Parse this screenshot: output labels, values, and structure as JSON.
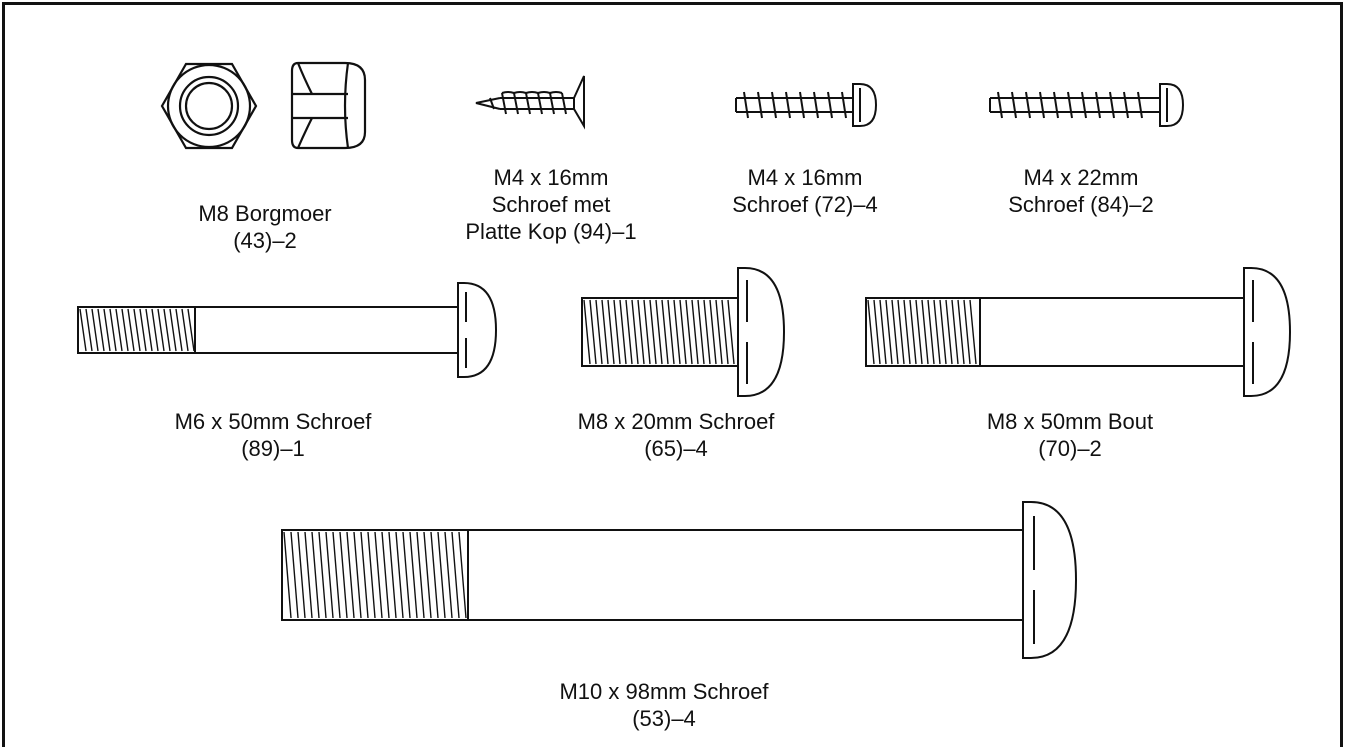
{
  "colors": {
    "ink": "#111111",
    "background": "#ffffff"
  },
  "parts": [
    {
      "id": "nut",
      "icon": "lock-nut-icon",
      "lines": [
        "M8 Borgmoer",
        "(43)–2"
      ]
    },
    {
      "id": "flat-screw",
      "icon": "flat-head-screw-icon",
      "lines": [
        "M4 x 16mm",
        "Schroef met",
        "Platte Kop (94)–1"
      ]
    },
    {
      "id": "screw-16",
      "icon": "round-head-screw-icon",
      "lines": [
        "M4 x 16mm",
        "Schroef (72)–4"
      ]
    },
    {
      "id": "screw-22",
      "icon": "round-head-screw-icon",
      "lines": [
        "M4 x 22mm",
        "Schroef (84)–2"
      ]
    },
    {
      "id": "m6-screw",
      "icon": "bolt-icon",
      "lines": [
        "M6 x 50mm Schroef",
        "(89)–1"
      ]
    },
    {
      "id": "m8-screw",
      "icon": "bolt-icon",
      "lines": [
        "M8 x 20mm Schroef",
        "(65)–4"
      ]
    },
    {
      "id": "m8-bout",
      "icon": "bolt-icon",
      "lines": [
        "M8 x 50mm Bout",
        "(70)–2"
      ]
    },
    {
      "id": "m10-screw",
      "icon": "bolt-icon",
      "lines": [
        "M10 x 98mm Schroef",
        "(53)–4"
      ]
    }
  ]
}
